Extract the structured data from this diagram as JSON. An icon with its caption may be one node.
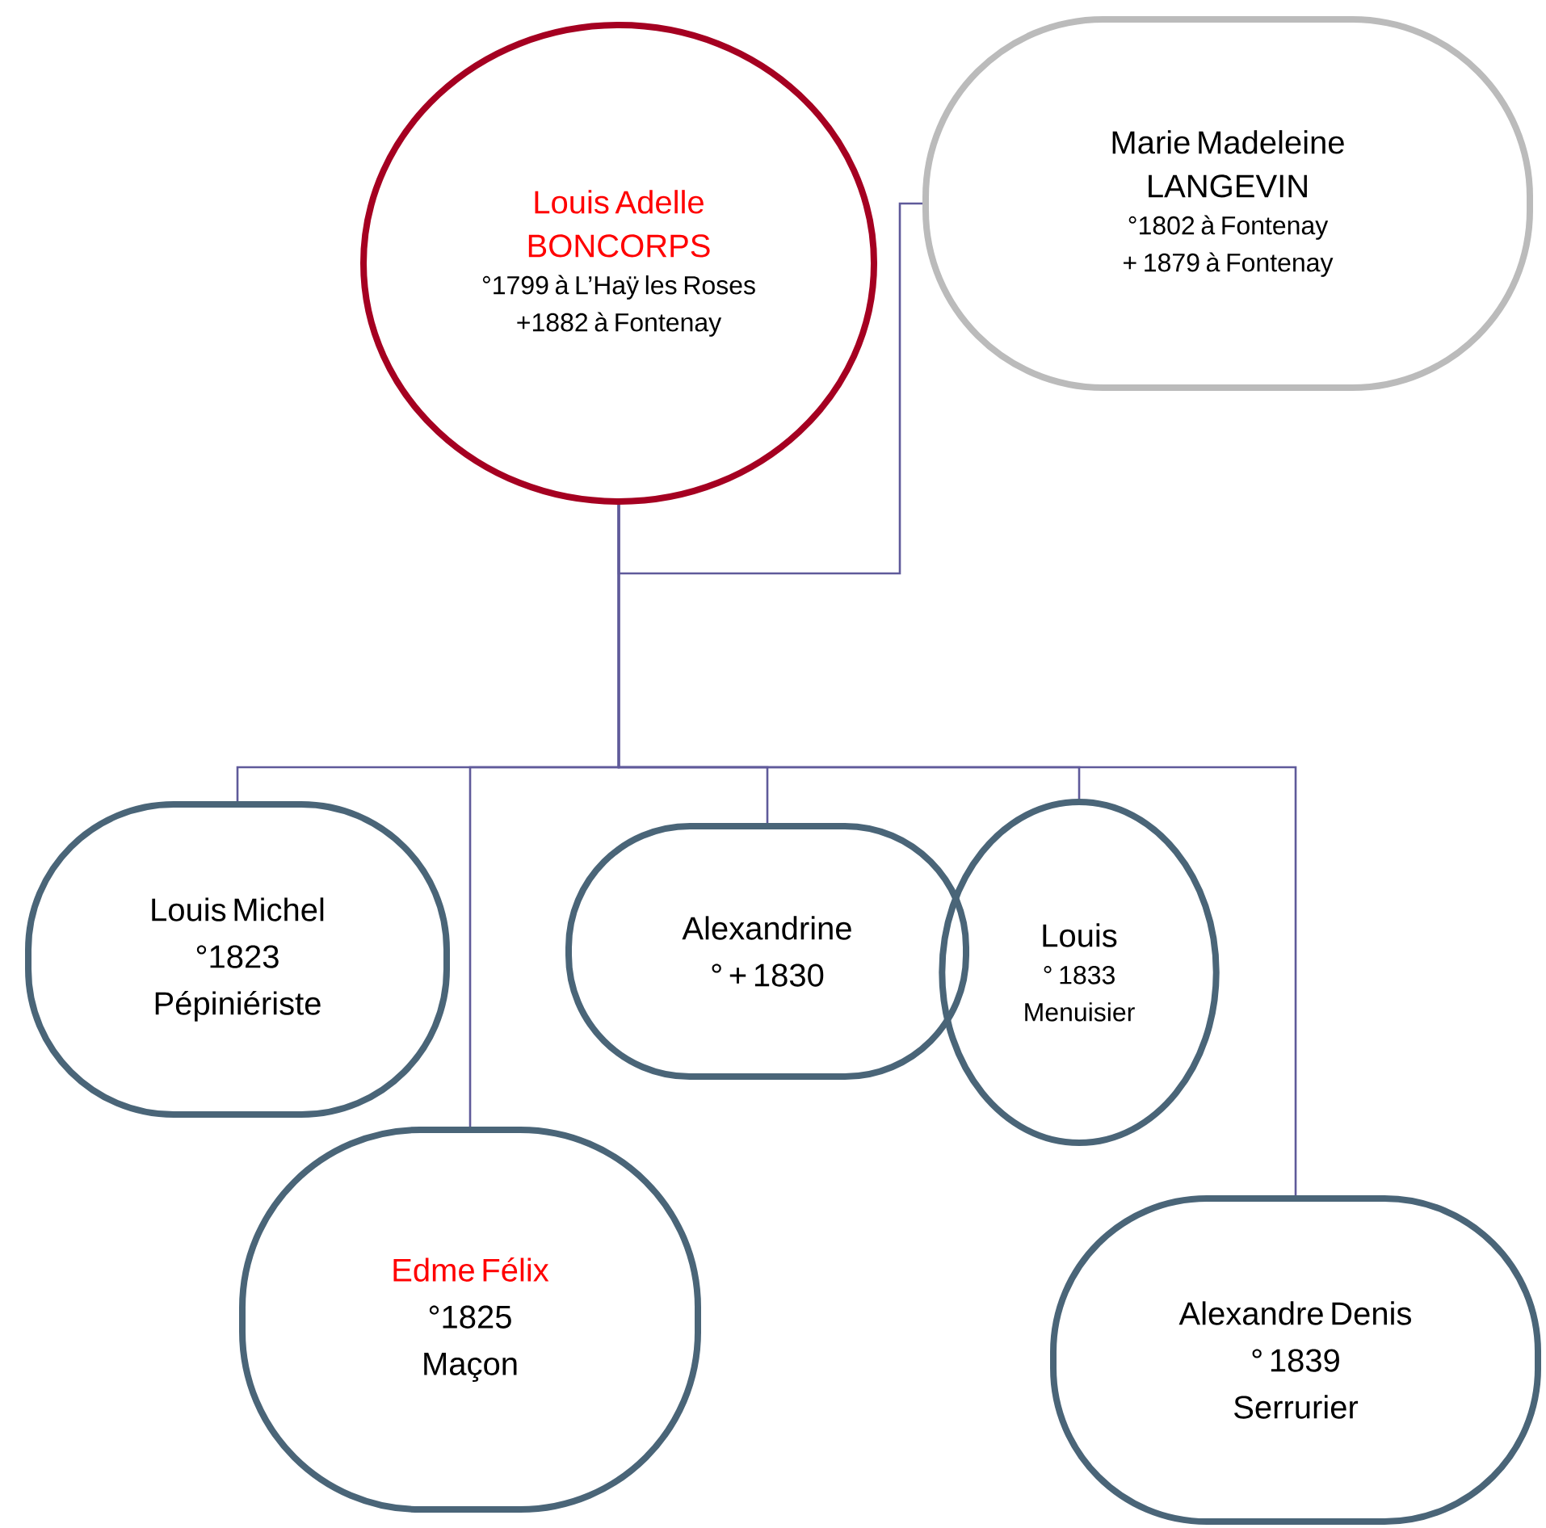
{
  "diagram": {
    "nodes": [
      {
        "text": [
          "Louis Adelle BONCORPS",
          "°1799 à L’Haÿ les Roses",
          "+1882 à Fontenay"
        ]
      },
      {
        "text": [
          "Marie Madeleine LANGEVIN",
          "°1802 à Fontenay",
          "+ 1879 à Fontenay"
        ]
      },
      {
        "text": [
          "Louis Michel",
          "°1823",
          "Pépiniériste"
        ]
      },
      {
        "text": [
          "Edme Félix",
          "°1825",
          "Maçon"
        ]
      },
      {
        "text": [
          "Alexandrine",
          "° + 1830"
        ]
      },
      {
        "text": [
          "Louis",
          "° 1833",
          "Menuisier"
        ]
      },
      {
        "text": [
          "Alexandre Denis",
          "° 1839",
          "Serrurier"
        ]
      }
    ],
    "edges": [
      {
        "from": 0,
        "to": 1,
        "arrow": "none"
      },
      {
        "from": 0,
        "to": 2,
        "arrow": "none"
      },
      {
        "from": 0,
        "to": 3,
        "arrow": "none"
      },
      {
        "from": 0,
        "to": 4,
        "arrow": "none"
      },
      {
        "from": 0,
        "to": 5,
        "arrow": "none"
      },
      {
        "from": 0,
        "to": 6,
        "arrow": "none"
      }
    ]
  }
}
